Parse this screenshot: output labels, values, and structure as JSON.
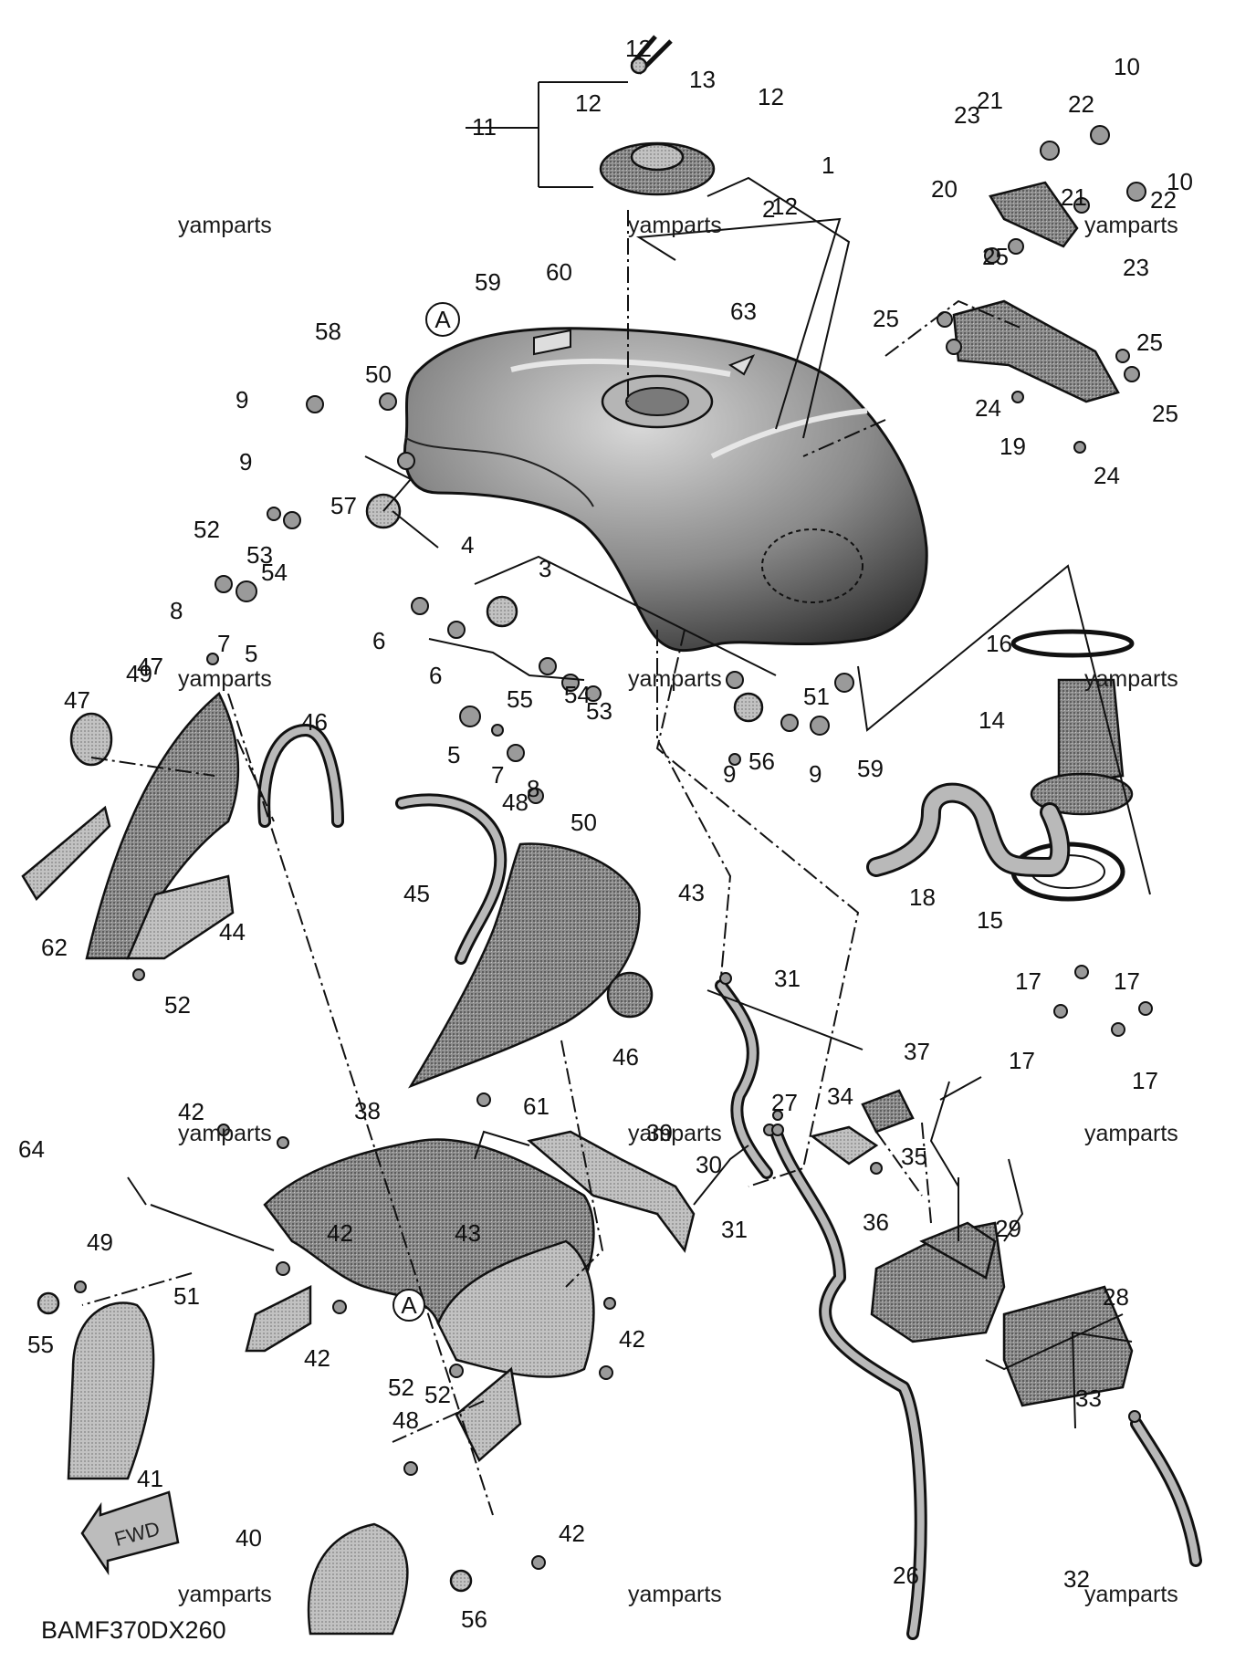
{
  "diagram": {
    "code": "BAMF370DX260",
    "fwd_label": "FWD",
    "ref_marker": "A",
    "watermarks": [
      "yamparts",
      "yamparts",
      "yamparts",
      "yamparts",
      "yamparts",
      "yamparts",
      "yamparts",
      "yamparts",
      "yamparts",
      "yamparts"
    ],
    "callouts": [
      "1",
      "2",
      "3",
      "4",
      "5",
      "5",
      "6",
      "6",
      "7",
      "7",
      "8",
      "8",
      "9",
      "9",
      "9",
      "9",
      "10",
      "10",
      "11",
      "12",
      "12",
      "12",
      "12",
      "13",
      "14",
      "15",
      "16",
      "17",
      "17",
      "17",
      "17",
      "18",
      "19",
      "20",
      "21",
      "21",
      "22",
      "22",
      "23",
      "23",
      "24",
      "24",
      "25",
      "25",
      "25",
      "25",
      "26",
      "27",
      "28",
      "29",
      "30",
      "31",
      "31",
      "32",
      "33",
      "34",
      "35",
      "36",
      "37",
      "38",
      "39",
      "40",
      "41",
      "42",
      "42",
      "42",
      "42",
      "42",
      "43",
      "43",
      "44",
      "45",
      "46",
      "46",
      "47",
      "47",
      "48",
      "48",
      "49",
      "49",
      "50",
      "50",
      "51",
      "51",
      "52",
      "52",
      "52",
      "52",
      "53",
      "53",
      "54",
      "54",
      "55",
      "55",
      "56",
      "56",
      "57",
      "58",
      "59",
      "59",
      "60",
      "61",
      "62",
      "63",
      "64"
    ]
  }
}
